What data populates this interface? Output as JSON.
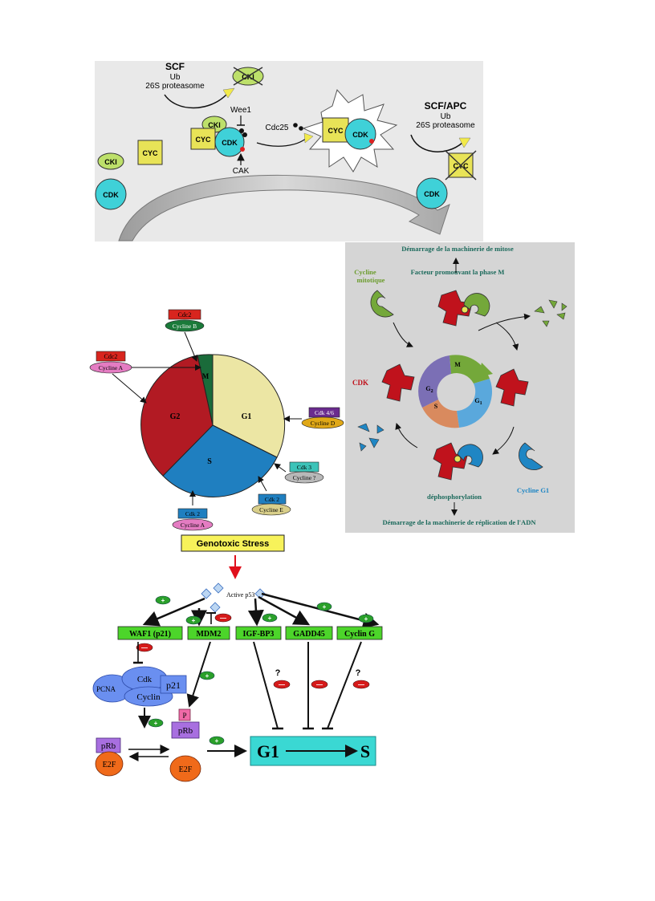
{
  "panel1": {
    "scf_title": "SCF",
    "scf_ub": "Ub",
    "scf_proteasome": "26S proteasome",
    "cki_degraded": "CKI",
    "wee1": "Wee1",
    "cdc25": "Cdc25",
    "cak": "CAK",
    "complex_cki": "CKI",
    "complex_cyc": "CYC",
    "complex_cdk": "CDK",
    "free_cki": "CKI",
    "free_cyc": "CYC",
    "free_cdk": "CDK",
    "active_cyc": "CYC",
    "active_cdk": "CDK",
    "apc_title": "SCF/APC",
    "apc_ub": "Ub",
    "apc_proteasome": "26S proteasome",
    "cyc_degraded": "CYC",
    "end_cdk": "CDK"
  },
  "panel2": {
    "pie_labels": [
      "M",
      "G1",
      "S",
      "G2"
    ],
    "cdc2_b": "Cdc2",
    "cycline_b": "Cycline B",
    "cdc2_a": "Cdc2",
    "cycline_a": "Cycline A",
    "cdk46": "Cdk 4/6",
    "cycline_d": "Cycline D",
    "cdk3": "Cdk 3",
    "cycline_q": "Cycline ?",
    "cdk2_e": "Cdk 2",
    "cycline_e": "Cycline E",
    "cdk2_a": "Cdk 2",
    "cycline_a2": "Cycline A"
  },
  "panel3": {
    "title_top": "Démarrage de la machinerie de mitose",
    "mpf": "Facteur promouvant la phase M",
    "cycline_mitotique_1": "Cycline",
    "cycline_mitotique_2": "mitotique",
    "cdk": "CDK",
    "ring_m": "M",
    "ring_g2": "G",
    "ring_g2_sub": "2",
    "ring_s": "S",
    "ring_g1": "G",
    "ring_g1_sub": "1",
    "dephospho": "déphosphorylation",
    "cycline_g1": "Cycline G1",
    "title_bottom": "Démarrage de la machinerie de réplication de l'ADN"
  },
  "panel4": {
    "genotoxic": "Genotoxic Stress",
    "active_p53": "Active p53",
    "waf1": "WAF1 (p21)",
    "mdm2": "MDM2",
    "igfbp3": "IGF-BP3",
    "gadd45": "GADD45",
    "cyclin_g": "Cyclin G",
    "cdk": "Cdk",
    "p21": "p21",
    "pcna": "PCNA",
    "cyclin": "Cyclin",
    "p_small": "P",
    "prb1": "pRb",
    "prb2": "pRb",
    "e2f1": "E2F",
    "e2f2": "E2F",
    "g1": "G1",
    "s": "S",
    "q1": "?",
    "q2": "?",
    "plus": "+",
    "minus": "—"
  },
  "colors": {
    "cdk_cyan": "#3fd1d8",
    "cyc_yellow": "#e8e357",
    "cki_green": "#bde06a",
    "cdk_red": "#c0121c",
    "cycline_green": "#74a83a",
    "cycline_blue": "#1f86c4",
    "box_green": "#4cd52a",
    "stress_yellow": "#f7f25a",
    "g1s_cyan": "#3ad8d3"
  }
}
